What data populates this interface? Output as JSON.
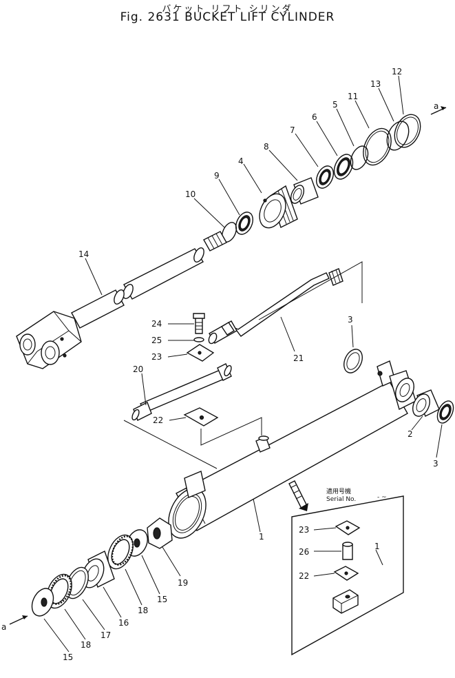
{
  "figure": {
    "title_jp": "バケット リフト シリンダ",
    "title_en": "Fig. 2631  BUCKET  LIFT  CYLINDER"
  },
  "inset": {
    "serial_jp": "適用号機",
    "serial_label": "Serial  No.",
    "serial_range": "-  ~"
  },
  "arrows": {
    "top": "a",
    "bottom": "a"
  },
  "callouts": [
    {
      "id": "c12",
      "text": "12"
    },
    {
      "id": "c13",
      "text": "13"
    },
    {
      "id": "c11",
      "text": "11"
    },
    {
      "id": "c5",
      "text": "5"
    },
    {
      "id": "c6",
      "text": "6"
    },
    {
      "id": "c7",
      "text": "7"
    },
    {
      "id": "c8",
      "text": "8"
    },
    {
      "id": "c4",
      "text": "4"
    },
    {
      "id": "c9",
      "text": "9"
    },
    {
      "id": "c10",
      "text": "10"
    },
    {
      "id": "c14",
      "text": "14"
    },
    {
      "id": "c24",
      "text": "24"
    },
    {
      "id": "c25",
      "text": "25"
    },
    {
      "id": "c23",
      "text": "23"
    },
    {
      "id": "c21",
      "text": "21"
    },
    {
      "id": "c3a",
      "text": "3"
    },
    {
      "id": "c20",
      "text": "20"
    },
    {
      "id": "c22",
      "text": "22"
    },
    {
      "id": "c2",
      "text": "2"
    },
    {
      "id": "c3b",
      "text": "3"
    },
    {
      "id": "c1",
      "text": "1"
    },
    {
      "id": "c19",
      "text": "19"
    },
    {
      "id": "c15a",
      "text": "15"
    },
    {
      "id": "c18a",
      "text": "18"
    },
    {
      "id": "c16",
      "text": "16"
    },
    {
      "id": "c17",
      "text": "17"
    },
    {
      "id": "c18b",
      "text": "18"
    },
    {
      "id": "c15b",
      "text": "15"
    },
    {
      "id": "i23",
      "text": "23"
    },
    {
      "id": "i26",
      "text": "26"
    },
    {
      "id": "i22",
      "text": "22"
    },
    {
      "id": "i1",
      "text": "1"
    }
  ]
}
